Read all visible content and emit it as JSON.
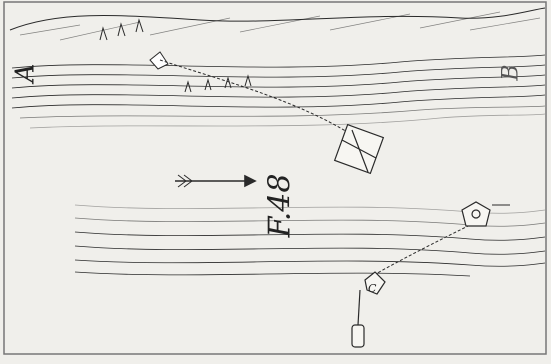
{
  "engraving": {
    "label_a": "A",
    "label_b": "B",
    "label_c": "C",
    "figure_number": "F.48"
  },
  "colors": {
    "paper": "#f0efeb",
    "ink": "#2a2a2a"
  },
  "icons": {
    "arrow": "current-direction-arrow-icon",
    "basket": "fish-trap-basket-icon",
    "anchor_stone": "anchor-stone-icon"
  }
}
